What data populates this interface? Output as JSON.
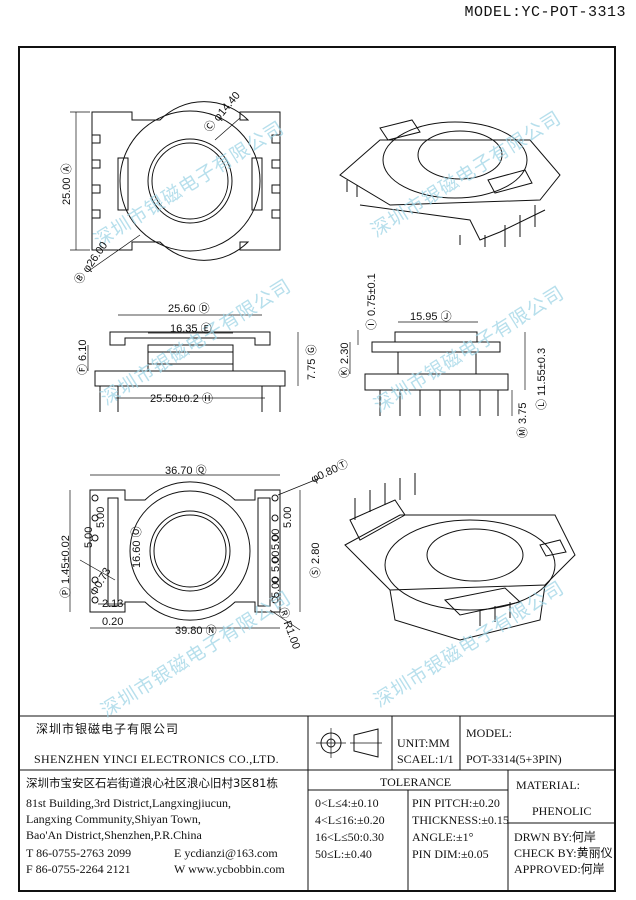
{
  "header": {
    "model_title": "MODEL:YC-POT-3313"
  },
  "watermark": {
    "text": "深圳市银磁电子有限公司"
  },
  "top_view": {
    "height_dim": "25.00",
    "height_ref": "Ⓐ",
    "hole_dim": "φ14.40",
    "hole_ref": "Ⓒ",
    "outer_dim": "φ26.00",
    "outer_ref": "Ⓑ"
  },
  "side_view_1": {
    "top_width": "25.60",
    "top_width_ref": "Ⓓ",
    "inner_width": "16.35",
    "inner_width_ref": "Ⓔ",
    "left_height": "6.10",
    "left_height_ref": "Ⓕ",
    "right_height": "7.75",
    "right_height_ref": "Ⓖ",
    "base_width": "25.50±0.2",
    "base_width_ref": "Ⓗ"
  },
  "side_view_2": {
    "wall_dim": "0.75±0.1",
    "wall_ref": "Ⓘ",
    "inner_width": "15.95",
    "inner_width_ref": "Ⓙ",
    "flange_dim": "2.30",
    "flange_ref": "Ⓚ",
    "total_height": "11.55±0.3",
    "total_height_ref": "Ⓛ",
    "pin_length": "3.75",
    "pin_length_ref": "Ⓜ"
  },
  "bottom_view": {
    "overall_width": "36.70",
    "overall_width_ref": "Ⓠ",
    "pin_dia": "φ0.80",
    "pin_dia_ref": "Ⓣ",
    "pitch_1": "5.00",
    "pitch_2": "5.00",
    "pitch_3": "5.00",
    "pitch_4": "5.00",
    "pitch_5": "5.00",
    "pitch_6": "5.00",
    "hole_dim": "16.60",
    "hole_ref": "Ⓞ",
    "pin_width": "1.45±0.02",
    "pin_width_ref": "Ⓟ",
    "slot_dim": "2.80",
    "slot_ref": "Ⓢ",
    "radius": "R1.00",
    "radius_ref": "Ⓡ",
    "diag_dim": "Φ0.73",
    "step_dim": "2.13",
    "offset_dim": "0.20",
    "base_width": "39.80",
    "base_width_ref": "Ⓝ"
  },
  "title_block": {
    "company_cn": "深圳市银磁电子有限公司",
    "company_en": "SHENZHEN YINCI ELECTRONICS CO.,LTD.",
    "address_cn": "深圳市宝安区石岩街道浪心社区浪心旧村3区81栋",
    "address_en_1": "81st Building,3rd District,Langxingjiucun,",
    "address_en_2": "Langxing Community,Shiyan Town,",
    "address_en_3": "Bao'An District,Shenzhen,P.R.China",
    "tel": "T 86-0755-2763 2099",
    "fax": "F 86-0755-2264 2121",
    "email": "E ycdianzi@163.com",
    "web": "W www.ycbobbin.com",
    "unit": "UNIT:MM",
    "scale": "SCAEL:1/1",
    "model_label": "MODEL:",
    "model_value": "POT-3314(5+3PIN)",
    "tolerance_label": "TOLERANCE",
    "tol_1": "0<L≤4:±0.10",
    "tol_2": "4<L≤16:±0.20",
    "tol_3": "16<L≤50:0.30",
    "tol_4": "50≤L:±0.40",
    "pin_pitch": "PIN PITCH:±0.20",
    "thickness": "THICKNESS:±0.15",
    "angle": "ANGLE:±1°",
    "pin_dim": "PIN DIM:±0.05",
    "material_label": "MATERIAL:",
    "material_value": "PHENOLIC",
    "drawn_by": "DRWN BY:何岸",
    "check_by": "CHECK BY:黄丽仪",
    "approved": "APPROVED:何岸"
  }
}
